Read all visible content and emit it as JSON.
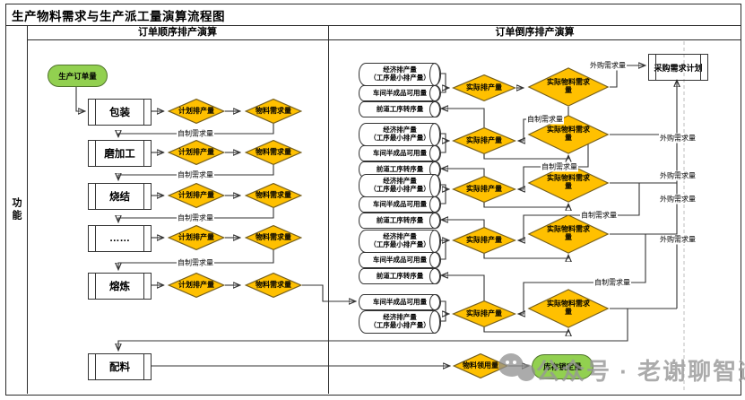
{
  "title": "生产物料需求与生产派工量演算流程图",
  "lane": "功能",
  "headers": {
    "left": "订单顺序排产演算",
    "right": "订单倒序排产演算"
  },
  "start": "生产订单量",
  "processes": {
    "packaging": "包装",
    "grinding": "磨加工",
    "sintering": "烧结",
    "ellipsis": "……",
    "melting": "熔炼",
    "batching": "配料"
  },
  "diamonds": {
    "planned": "计划排产量",
    "material": "物料需求量",
    "actual": "实际排产量",
    "actual_material": "实际物料需求量",
    "requisition": "物料领用量"
  },
  "cylinders": {
    "economic_1": "经济排产量",
    "economic_2": "（工序最小排产量）",
    "wip": "车间半成品可用量",
    "transfer": "前道工序转序量"
  },
  "wire_labels": {
    "self": "自制需求量",
    "outsourced": "外购需求量"
  },
  "purchase_plan": "采购需求计划",
  "stock_lock": "库存锁定量",
  "watermark": "公众号 · 老谢聊智造",
  "colors": {
    "diamond_fill": "#FFC000",
    "green_fill": "#92D050",
    "line": "#333333",
    "dashed": "#c9c9c9"
  }
}
